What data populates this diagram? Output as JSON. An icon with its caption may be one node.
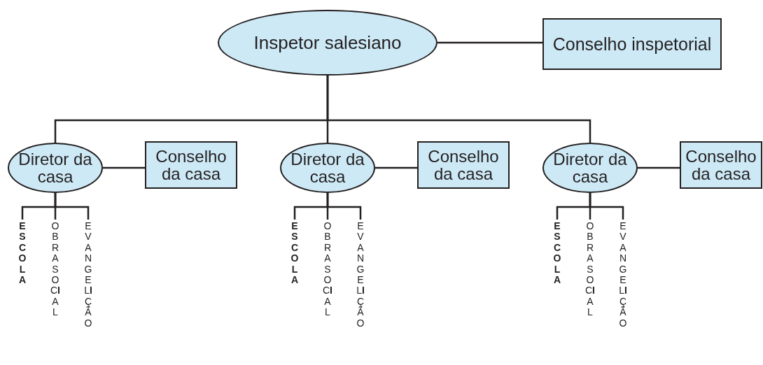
{
  "diagram": {
    "nodes": [
      {
        "text": [
          "Inspetor salesiano"
        ]
      },
      {
        "text": [
          "Conselho inspetorial"
        ]
      },
      {
        "text": [
          "Diretor da casa"
        ]
      },
      {
        "text": [
          "Conselho da casa"
        ]
      },
      {
        "text": [
          "ESCOLA"
        ]
      },
      {
        "text": [
          "OBRASOC**I**AL"
        ]
      },
      {
        "text": [
          "EVANGEL**I**ÇÃO"
        ]
      },
      {
        "text": [
          "Diretor da casa"
        ]
      },
      {
        "text": [
          "Conselho da casa"
        ]
      },
      {
        "text": [
          "ESCOLA"
        ]
      },
      {
        "text": [
          "OBRASOC**I**AL"
        ]
      },
      {
        "text": [
          "EVANGEL**I**ÇÃO"
        ]
      },
      {
        "text": [
          "Diretor da casa"
        ]
      },
      {
        "text": [
          "Conselho da casa"
        ]
      },
      {
        "text": [
          "ESCOLA"
        ]
      },
      {
        "text": [
          "OBRASOC**I**AL"
        ]
      },
      {
        "text": [
          "EVANGEL**I**ÇÃO"
        ]
      }
    ],
    "edges": [
      {
        "from": 0,
        "to": 1,
        "arrow": "none"
      },
      {
        "from": 0,
        "to": 2,
        "arrow": "none"
      },
      {
        "from": 0,
        "to": 7,
        "arrow": "none"
      },
      {
        "from": 0,
        "to": 12,
        "arrow": "none"
      },
      {
        "from": 2,
        "to": 3,
        "arrow": "none"
      },
      {
        "from": 2,
        "to": 4,
        "arrow": "none"
      },
      {
        "from": 2,
        "to": 5,
        "arrow": "none"
      },
      {
        "from": 2,
        "to": 6,
        "arrow": "none"
      },
      {
        "from": 7,
        "to": 8,
        "arrow": "none"
      },
      {
        "from": 7,
        "to": 9,
        "arrow": "none"
      },
      {
        "from": 7,
        "to": 10,
        "arrow": "none"
      },
      {
        "from": 7,
        "to": 11,
        "arrow": "none"
      },
      {
        "from": 12,
        "to": 13,
        "arrow": "none"
      },
      {
        "from": 12,
        "to": 14,
        "arrow": "none"
      },
      {
        "from": 12,
        "to": 15,
        "arrow": "none"
      },
      {
        "from": 12,
        "to": 16,
        "arrow": "none"
      }
    ]
  }
}
